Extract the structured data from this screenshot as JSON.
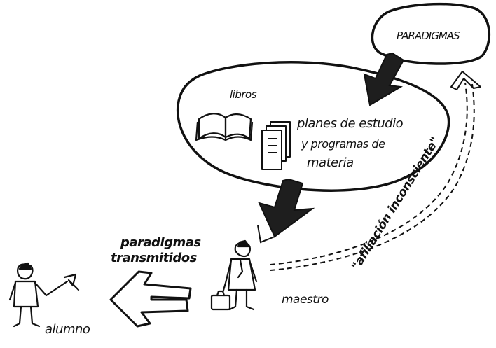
{
  "labels": {
    "paradigmas": "PARADIGMAS",
    "libros": "libros",
    "planes_line1": "planes de estudio",
    "planes_line2": "y programas de",
    "planes_line3": "materia",
    "paradigmas_transmitidos_line1": "paradigmas",
    "paradigmas_transmitidos_line2": "transmitidos",
    "maestro": "maestro",
    "alumno": "alumno",
    "afiliacion": "\"afiliación inconsciente\""
  },
  "colors": {
    "ink": "#111111",
    "arrow_fill": "#1e1e1e",
    "background": "#ffffff"
  }
}
